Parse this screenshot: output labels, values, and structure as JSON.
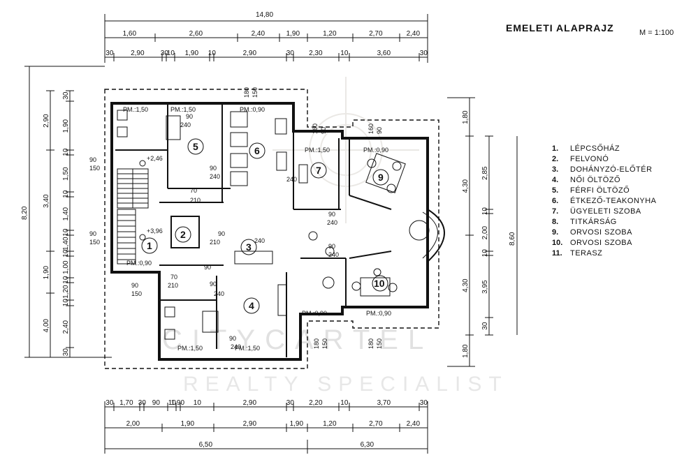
{
  "title": "EMELETI ALAPRAJZ",
  "scale": "M = 1:100",
  "legend": [
    {
      "n": "1.",
      "label": "LÉPCSŐHÁZ"
    },
    {
      "n": "2.",
      "label": "FELVONÓ"
    },
    {
      "n": "3.",
      "label": "DOHÁNYZÓ-ELŐTÉR"
    },
    {
      "n": "4.",
      "label": "NŐI ÖLTÖZŐ"
    },
    {
      "n": "5.",
      "label": "FÉRFI ÖLTÖZŐ"
    },
    {
      "n": "6.",
      "label": "ÉTKEZŐ-TEAKONYHA"
    },
    {
      "n": "7.",
      "label": "ÜGYELETI SZOBA"
    },
    {
      "n": "8.",
      "label": "TITKÁRSÁG"
    },
    {
      "n": "9.",
      "label": "ORVOSI SZOBA"
    },
    {
      "n": "10.",
      "label": "ORVOSI SZOBA"
    },
    {
      "n": "11.",
      "label": "TERASZ"
    }
  ],
  "rooms": [
    "5",
    "6",
    "7",
    "9",
    "2",
    "1",
    "3",
    "4",
    "10"
  ],
  "levels": [
    "+2,46",
    "+3,96"
  ],
  "top_dims": {
    "overall": "14,80",
    "row1": [
      "1,60",
      "2,60",
      "2,40",
      "1,90",
      "1,20",
      "2,70",
      "2,40"
    ],
    "row2": [
      "30",
      "2,90",
      "30",
      "10",
      "1,90",
      "10",
      "2,90",
      "30",
      "2,30",
      "10",
      "3,60",
      "30"
    ]
  },
  "bottom_dims": {
    "row1": [
      "30",
      "1,70",
      "30",
      "90",
      "10",
      "1,90",
      "10",
      "2,90",
      "30",
      "2,20",
      "10",
      "3,70",
      "30"
    ],
    "row2": [
      "2,00",
      "1,90",
      "2,90",
      "1,90",
      "1,20",
      "2,70",
      "2,40"
    ],
    "row3": [
      "6,50",
      "6,30"
    ]
  },
  "left_dims": {
    "overall": "8,20",
    "col1": [
      "2,90",
      "3,40",
      "1,90",
      "4,00"
    ],
    "col2": [
      "30",
      "1,90",
      "10",
      "1,50",
      "10",
      "1,40",
      "10",
      "1,40",
      "10",
      "1,00",
      "10",
      "1,20",
      "10",
      "2,40",
      "30"
    ]
  },
  "right_dims": {
    "overall": "8,60",
    "col1": [
      "1,80",
      "4,30",
      "4,30",
      "1,80"
    ],
    "col2": [
      "2,85",
      "10",
      "2,00",
      "10",
      "3,95",
      "30"
    ]
  },
  "door_labels": [
    "PM.:1,50",
    "PM.:1,50",
    "PM.:0,90",
    "PM.:1,50",
    "PM.:0,90",
    "PM.:0,90",
    "PM.:0,90",
    "PM.:0,90",
    "PM.:1,50",
    "PM.:1,50"
  ],
  "openings": [
    "90",
    "240",
    "210",
    "150",
    "70",
    "180",
    "160"
  ],
  "watermark": {
    "line1": "CITYCARTEL",
    "line2": "REALTY SPECIALIST"
  }
}
